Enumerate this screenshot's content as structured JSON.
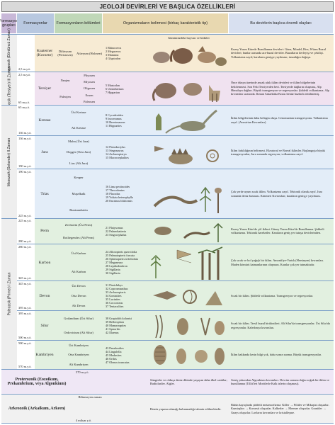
{
  "title": "JEOLOJİ DEVİRLERİ VE BAŞLICA ÖZELLİKLERİ",
  "headers": {
    "group": "Formasyon grupları",
    "time": "Formasyonlar",
    "period": "Formasyonların bölümleri",
    "fossils": "Organizmaların belirmesi (birkaç karakteristik tip)",
    "desc": "Bu devirlerin başlıca önemli olayları"
  },
  "colors": {
    "header_group": "#c8b8d8",
    "header_time": "#b8c8e0",
    "header_period": "#c0d8b8",
    "header_fossils": "#e8d8b0",
    "header_desc": "#d8e0f0",
    "antropozoik": "#f7ebd4",
    "neozoik": "#f0e2f0",
    "mezozoik": "#e3edf8",
    "paleozoik": "#e2f0e0",
    "proterozoik": "#efe7f5",
    "arkeozoik": "#f1f1f1"
  },
  "groups": {
    "antropozoik": "Antropozoik (Dördüncü Zaman)",
    "neozoik": "Neozoik (Tersiyer) III.Zaman",
    "mezozoik": "Mezozoik (Sekonder) II.Zaman",
    "paleozoik": "Paleozoik (Primer) I.Zaman"
  },
  "times": {
    "t1": "2,5 m.y.ö.",
    "t2": "2,5 m.y.ö.",
    "t3": "65 m.y.ö.",
    "t4": "65 m.y.ö.",
    "t5": "136 m.y.ö.",
    "t6": "136 m.y.ö.",
    "t7": "190 m.y.ö.",
    "t8": "190 m.y.ö.",
    "t9": "225 m.y.ö.",
    "t10": "225 m.y.ö.",
    "t11": "280 m.y.ö.",
    "t12": "280 m.y.ö.",
    "t13": "345 m.y.ö.",
    "t14": "345 m.y.ö.",
    "t15": "395 m.y.ö.",
    "t16": "395 m.y.ö.",
    "t17": "500 m.y.ö.",
    "t18": "500 m.y.ö.",
    "t19": "570 m.y.ö.",
    "t20": "570 m.y.ö.",
    "t21": "Bilinmeyen zaman",
    "t22": "4 milyar y.ö."
  },
  "periods": {
    "kuaterner": "Kuaterner (Kuvartır)",
    "tersiyer": "Tersiyer",
    "kretase": "Kretase",
    "jura": "Jura",
    "trias": "Trias",
    "perm": "Perm",
    "karbon": "Karbon",
    "devon": "Devon",
    "silur": "Silur",
    "kambriyen": "Kambriyen",
    "proterozoik": "Proterozoik (Eozoikum, Prekambrium, veya Algonkium)",
    "arkeozoik": "Arkeozoik (Arkaikum, Arkeen)"
  },
  "subs": {
    "kuaterner": [
      "Dilüvyum (Pleistosen)"
    ],
    "tersiyer": [
      "Neojen",
      "Paleojen"
    ],
    "kretase": [
      "Üst Kretase",
      "Alt Kretase"
    ],
    "jura": [
      "Malm (Üst Jura)",
      "Dogger (Orta Jura)",
      "Lias (Alt Jura)"
    ],
    "trias": [
      "Keuper",
      "Muşelkalk",
      "Buntsandstein"
    ],
    "perm": [
      "Zechstein (Üst Perm)",
      "Rotliegendes (Alt Perm)"
    ],
    "karbon": [
      "Üst Karbon",
      "Alt Karbon"
    ],
    "devon": [
      "Üst Devon",
      "Orta Devon",
      "Alt Devon"
    ],
    "silur": [
      "Gotlandium (Üst Silur)",
      "Ordovicium (Alt Silur)"
    ],
    "kambriyen": [
      "Üst Kambriyen",
      "Orta Kambriyen",
      "Alt Kambriyen"
    ]
  },
  "epochs": {
    "kuaterner": [
      "Alüvyum (Holosen)"
    ],
    "tersiyer": [
      "Pliyosen",
      "Miyosen",
      "Oligosen",
      "Eosen",
      "Paleosen"
    ]
  },
  "fossil_lists": {
    "kuaterner": [
      "1 Rhinoceros",
      "2 Megaceros",
      "3 Mammut",
      "4 Glyptodon"
    ],
    "tersiyer": [
      "5 Mastodon",
      "6 Uintatherium",
      "7 Hipparion"
    ],
    "kretase": [
      "8 Cycadeoidea",
      "9 Inoceramus",
      "10 Brontosaurus",
      "11 Hippurites"
    ],
    "jura": [
      "12 Pterodactylus",
      "13 Stegosaurus",
      "14 Archaeopteryx",
      "15 Macrocephalites"
    ],
    "trias": [
      "16 Lima pectinoides",
      "17 Thecodontus",
      "18 Placodus",
      "19 Voltzia heterophylla",
      "20 Encrinus liliiformis"
    ],
    "perm": [
      "21 Platysomus",
      "22 Palaeohatteria",
      "23 Stegocephalus"
    ],
    "karbon": [
      "24 Alloiopteris quercifolia",
      "25 Palmatopteris furcata",
      "26 Sphenopteris trifoliolata",
      "27 Meganeura",
      "28 Lepidodendron",
      "29 Sigillaria",
      "30 Sigillaria"
    ],
    "devon": [
      "31 Pterichthys",
      "32 Coprosmanthus",
      "33 Archaeopteris",
      "34 Goniatites",
      "35 Lucinites",
      "36 Coccosteus",
      "37 Tentaculites"
    ],
    "silur": [
      "38 Graptolith kolonisi",
      "39 Bellerophon",
      "40 Mamacrapites",
      "41 Spirorbis",
      "42 Illaenus"
    ],
    "kambriyen": [
      "43 Paradoxides",
      "44 Lingulella",
      "45 Medusites",
      "46 Orthis",
      "47 Olenus truncatus"
    ]
  },
  "drawing_captions": {
    "kuaterner": "Günümüzdeki hayvan ve bitkiler"
  },
  "descriptions": {
    "kuaterner": "Kuzey Yarım Kürede Buzullanma devirleri: Günz, Mindel, Riss, Würm Buzul devirleri; bunlar arasında ara-buzul devirler. Buzulların ilerleyişi ve çekilişi. Volkanizma zayıf; karaların genişçe yayılması; insanlığın doğuşu.",
    "tersiyer": "Önce dünya üzerinde ancak ufak iklim devirleri ve iklim bölgelerinin belirlenmesi. Son Fekt Tersiyerden beri. Tersiyerde dağların oluşması, Alp Himalaya dağları. Büyük transgresyon ve regresyonlar. Şiddetli volkanizma. Alp kıvrımları sırasında. Ilıman Antarktika Kıtası henüz buzlarla örtülmemiş.",
    "kretase": "İklim bölgelerinin daha belirgin oluşu. Cenomanian transgresyonu. Volkanizma zayıf. (Avustrian Kıvrımları)",
    "jura": "İklim farklılığının belirmesi. Ekvatoral ve Boreal iklimler. Başlangıçta büyük transgresyonlar, Jura sonunda regresyon; volkanizma zayıf.",
    "trias": "Çok yerde uyum sıcak iklim. Volkanizma zayıf. Tektonik olarak zayıf. Jura sonunda deniz basması. Kimmeri Kıvrımları; karaların genişçe yayılması.",
    "perm": "Kuzey Yarım Küre'de çöl iklimi. Güney Yarım Küre'de Buzullanma. Şiddetli volkanizma. Tektonik hareketler. Karaların geniş yer tutuşu devirlerinden.",
    "karbon": "Çok sıcak ve bol yağışlı bir iklim. Amonifiye-Varisk (Hersinyen) kıvrımları. Maden kömürü katmanlarının oluşması. Karalar çok yer tutmaktadır.",
    "devon": "Sıcak bir iklim. Şiddetli volkanizma. Transgresyon ve regresyonlar.",
    "silur": "Sıcak bir iklim. Tersil buzul birikintileri. Alt Silur'da transgresyonlar. Üst Silur'da regresyonlar. Kaledonya kıvrımları.",
    "kambriyen": "İklim hakkında kesin bilgi yok, daha sonra ısınma. Büyük transgresyonlar.",
    "proterozoik": "Geniş yukarıdan Algonkium kıvrımları. Devrim sonuna doğru soğuk bir iklim ve buzullanma (Tillit'leri Moritlerle Kalk izlerin oluşması).",
    "proterozoik_fossil": "Süngerler ve olduça deniz dibinde yaşayan daha ilkel canlılar; Radiolariler. Algler.",
    "arkeozoik_fossil": "Henüz yaşama olanağı bulunmadığı tahmin edilmektedir.",
    "arkeozoik": "Bütün kayaçlarda şiddetli metamorfizma: Killer → Filitler ve Mikaşist oluşurlar. Kumtaşları → Kuvarsit oluşurlar. Kalkerler → Mermer oluşurlar. Granitler → Gnays oluşurlar. Lavların kıvrımları ve kristalleşme."
  }
}
